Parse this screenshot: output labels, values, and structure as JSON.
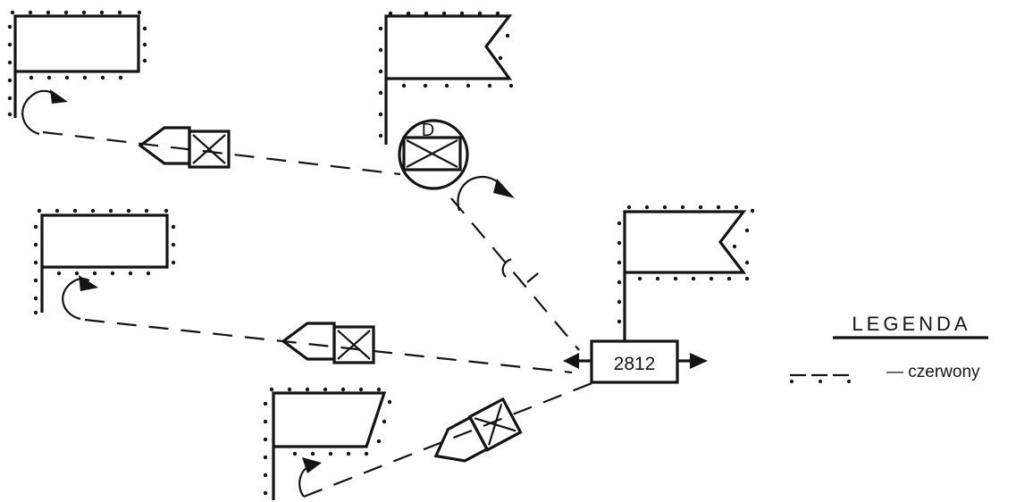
{
  "diagram": {
    "hq_box_label": "2812",
    "unit_marker_letter": "D",
    "legend": {
      "title": "LEGENDA",
      "entry_label": "— czerwony"
    }
  },
  "colors": {
    "ink": "#141414",
    "paper": "#ffffff"
  }
}
